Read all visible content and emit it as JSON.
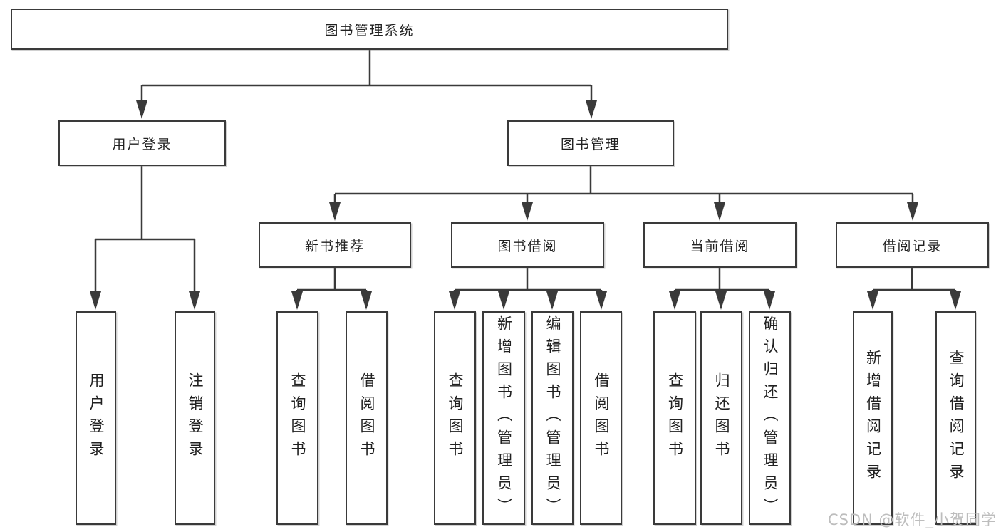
{
  "diagram_type": "hierarchy-tree",
  "colors": {
    "line": "#3a3a3a",
    "box_bg": "#ffffff",
    "text": "#212121",
    "watermark": "#bdbdbd"
  },
  "tree": {
    "root": {
      "label": "图书管理系统"
    },
    "branches": [
      {
        "label": "用户登录",
        "leaves": [
          {
            "label": "用户登录"
          },
          {
            "label": "注销登录"
          }
        ]
      },
      {
        "label": "图书管理",
        "groups": [
          {
            "label": "新书推荐",
            "leaves": [
              {
                "label": "查询图书"
              },
              {
                "label": "借阅图书"
              }
            ]
          },
          {
            "label": "图书借阅",
            "leaves": [
              {
                "label": "查询图书"
              },
              {
                "label": "新增图书（管理员）"
              },
              {
                "label": "编辑图书（管理员）"
              },
              {
                "label": "借阅图书"
              }
            ]
          },
          {
            "label": "当前借阅",
            "leaves": [
              {
                "label": "查询图书"
              },
              {
                "label": "归还图书"
              },
              {
                "label": "确认归还（管理员）"
              }
            ]
          },
          {
            "label": "借阅记录",
            "leaves": [
              {
                "label": "新增借阅记录"
              },
              {
                "label": "查询借阅记录"
              }
            ]
          }
        ]
      }
    ]
  },
  "watermark": {
    "text": "CSDN @软件_小贺同学"
  }
}
